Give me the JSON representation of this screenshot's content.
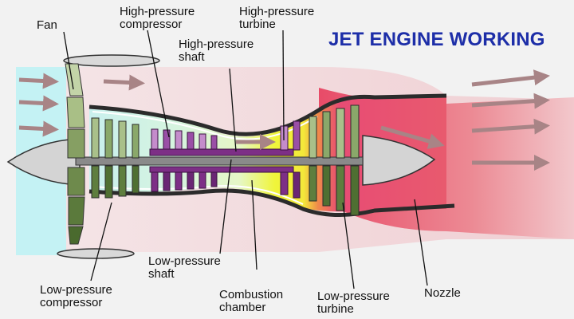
{
  "title": "JET ENGINE WORKING",
  "labels": {
    "fan": "Fan",
    "hp_compressor": "High-pressure\ncompressor",
    "hp_turbine": "High-pressure\nturbine",
    "hp_shaft": "High-pressure\nshaft",
    "lp_shaft": "Low-pressure\nshaft",
    "lp_compressor": "Low-pressure\ncompressor",
    "combustion_chamber": "Combustion\nchamber",
    "lp_turbine": "Low-pressure\nturbine",
    "nozzle": "Nozzle"
  },
  "colors": {
    "title": "#1d2ea8",
    "intake": "#c4f2f4",
    "bypass": "#f2d6da",
    "compressor_zone": "#d3f2e6",
    "combustion": "#f2f53a",
    "exhaust": "#e85a6e",
    "arrow": "#a88486",
    "lp_blade": "#5e7e3e",
    "hp_blade": "#9a4fa6",
    "shaft": "#7a7a7a"
  }
}
